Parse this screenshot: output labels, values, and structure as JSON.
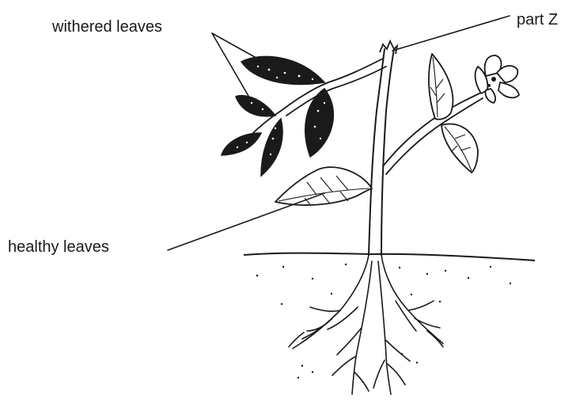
{
  "labels": {
    "withered_leaves": "withered leaves",
    "part_z": "part Z",
    "healthy_leaves": "healthy leaves"
  },
  "colors": {
    "ink": "#1a1a1a",
    "withered_fill": "#1a1a1a",
    "background": "#ffffff"
  }
}
